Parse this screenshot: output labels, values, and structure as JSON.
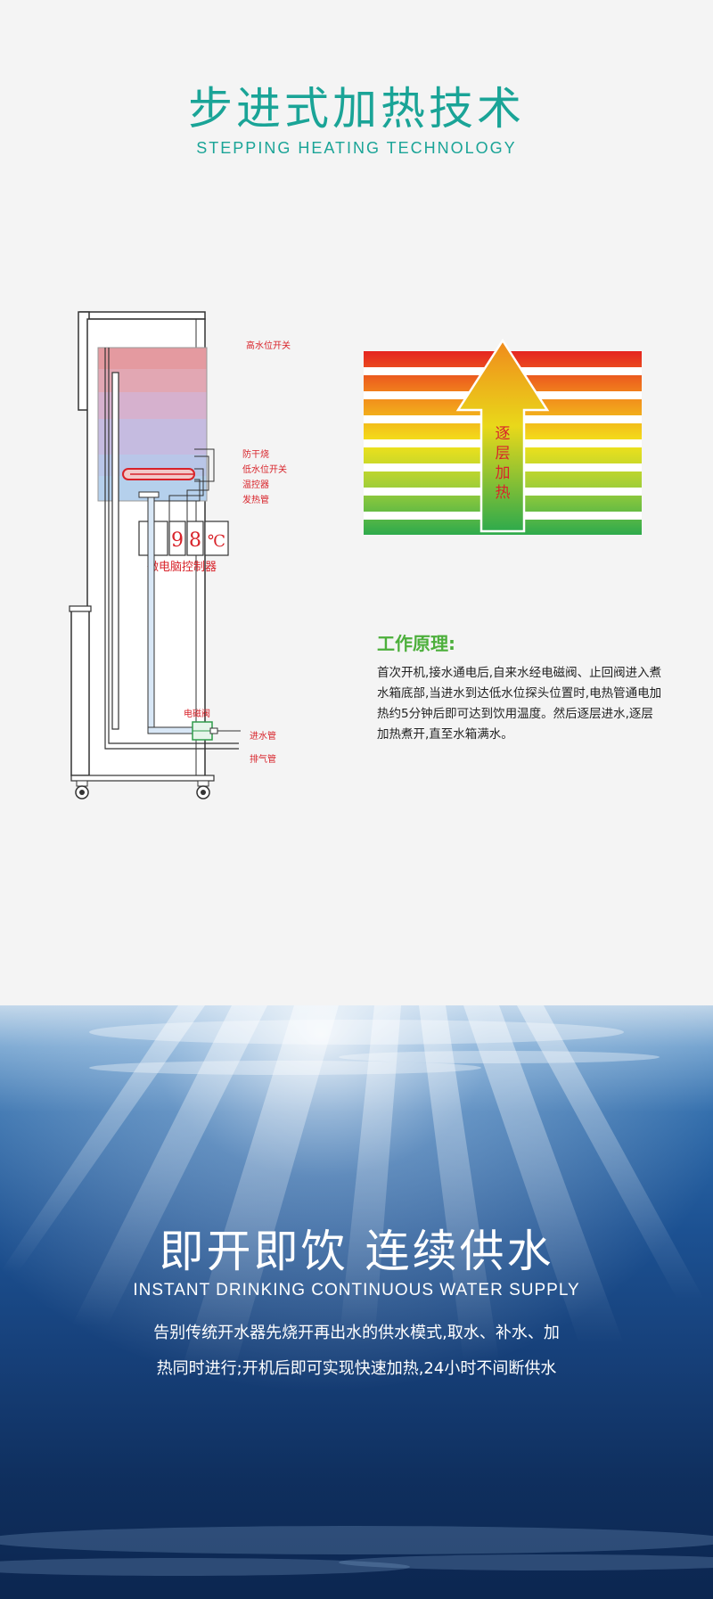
{
  "section1": {
    "title_cn": "步进式加热技术",
    "title_en": "STEPPING HEATING TECHNOLOGY",
    "diagram": {
      "label_high_level": "高水位开关",
      "label_anti_dry": "防干烧",
      "label_low_level": "低水位开关",
      "label_thermostat": "温控器",
      "label_heating_tube": "发热管",
      "display_digit_1": "9",
      "display_digit_2": "8",
      "display_unit": "℃",
      "controller_label": "微电脑控制器",
      "label_solenoid": "电磁阀",
      "label_inlet": "进水管",
      "label_exhaust": "排气管"
    },
    "gradient_arrow_text": [
      "逐",
      "层",
      "加",
      "热"
    ],
    "principle_title": "工作原理:",
    "principle_text": "首次开机,接水通电后,自来水经电磁阀、止回阀进入煮水箱底部,当进水到达低水位探头位置时,电热管通电加热约5分钟后即可达到饮用温度。然后逐层进水,逐层加热煮开,直至水箱满水。"
  },
  "section2": {
    "title_cn": "即开即饮 连续供水",
    "title_en": "INSTANT DRINKING CONTINUOUS WATER SUPPLY",
    "desc_line1": "告别传统开水器先烧开再出水的供水模式,取水、补水、加",
    "desc_line2": "热同时进行;开机后即可实现快速加热,24小时不间断供水"
  },
  "colors": {
    "accent_teal": "#1aa497",
    "accent_green": "#4caf3b",
    "label_red": "#d8232a"
  }
}
